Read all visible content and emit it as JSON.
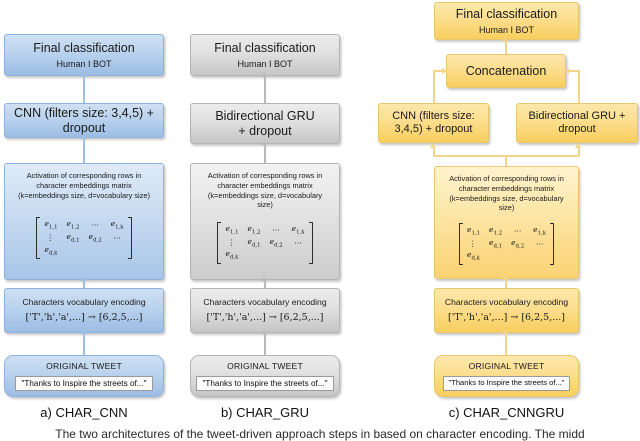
{
  "figure": {
    "caption_fragment": "The two architectures of the tweet-driven approach steps in based on character encoding. The midd"
  },
  "columns": [
    {
      "id": "char_cnn",
      "caption": "a) CHAR_CNN",
      "accent": "#9cbde4",
      "nodes": {
        "final": {
          "title": "Final classification",
          "subtitle": "Human I BOT"
        },
        "model": {
          "title": "CNN (filters size: 3,4,5) + dropout"
        },
        "activation": {
          "caption": "Activation of corresponding rows in character embeddings matrix (k=embeddings size, d=vocabulary size)"
        },
        "encoding": {
          "title": "Characters vocabulary encoding",
          "math": "['T','h','a',...] → [6,2,5,...]"
        },
        "tweet": {
          "title": "ORIGINAL TWEET",
          "text": "\"Thanks to Inspire the streets of...\""
        }
      }
    },
    {
      "id": "char_gru",
      "caption": "b) CHAR_GRU",
      "accent": "#c6c6c6",
      "nodes": {
        "final": {
          "title": "Final classification",
          "subtitle": "Human I BOT"
        },
        "model": {
          "title": "Bidirectional GRU",
          "title2": "+ dropout"
        },
        "activation": {
          "caption": "Activation of corresponding rows in character embeddings matrix (k=embeddings size, d=vocabulary size)"
        },
        "encoding": {
          "title": "Characters vocabulary encoding",
          "math": "['T','h','a',...] → [6,2,5,...]"
        },
        "tweet": {
          "title": "ORIGINAL TWEET",
          "text": "\"Thanks to Inspire the streets of...\""
        }
      }
    },
    {
      "id": "char_cnngru",
      "caption": "c) CHAR_CNNGRU",
      "accent": "#f8ce5e",
      "nodes": {
        "final": {
          "title": "Final classification",
          "subtitle": "Human I BOT"
        },
        "concat": {
          "title": "Concatenation"
        },
        "cnn": {
          "title": "CNN (filters size: 3,4,5) + dropout"
        },
        "gru": {
          "title": "Bidirectional GRU + dropout"
        },
        "activation": {
          "caption": "Activation of corresponding rows in character embeddings matrix (k=embeddings size, d=vocabulary size)"
        },
        "encoding": {
          "title": "Characters vocabulary encoding",
          "math": "['T','h','a',...] → [6,2,5,...]"
        },
        "tweet": {
          "title": "ORIGINAL TWEET",
          "text": "\"Thanks to Inspire the streets of...\""
        }
      }
    }
  ],
  "matrix": {
    "r1c1": "e",
    "r1c1s": "1,1",
    "r1c2": "e",
    "r1c2s": "1,2",
    "r1dots": "⋯",
    "r1ck": "e",
    "r1cks": "1,k",
    "vdots": "⋮",
    "r2c1": "e",
    "r2c1s": "d,1",
    "r2c2": "e",
    "r2c2s": "d,2",
    "r2dots": "⋯",
    "r2ck": "e",
    "r2cks": "d,k"
  }
}
